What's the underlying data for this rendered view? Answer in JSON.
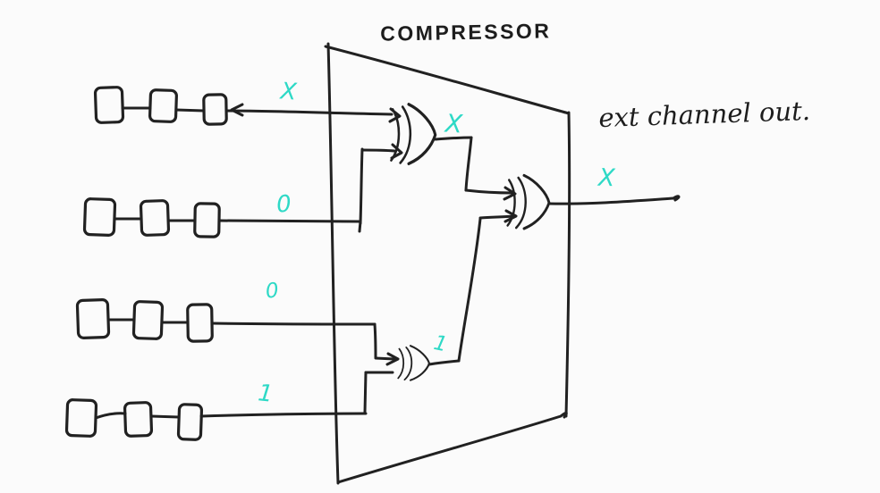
{
  "title": "COMPRESSOR",
  "colors": {
    "ink": "#212121",
    "accent": "#2ed9c6",
    "background": "#fbfbfb"
  },
  "annotation": {
    "output_note": "ext channel out."
  },
  "labels": {
    "row1": "X",
    "row2": "0",
    "row3": "0",
    "row4": "1",
    "gate_top_out": "X",
    "gate_bottom_out": "1",
    "final_out": "X"
  },
  "diagram": {
    "type": "hand-drawn logic sketch",
    "block": "COMPRESSOR",
    "inputs": [
      {
        "name": "input-row-1",
        "register_cells": 3,
        "signal": "X"
      },
      {
        "name": "input-row-2",
        "register_cells": 3,
        "signal": "0"
      },
      {
        "name": "input-row-3",
        "register_cells": 3,
        "signal": "0"
      },
      {
        "name": "input-row-4",
        "register_cells": 3,
        "signal": "1"
      }
    ],
    "gates": [
      {
        "id": "xor-top",
        "type": "XOR",
        "inputs": [
          "X",
          "0"
        ],
        "output": "X"
      },
      {
        "id": "xor-bottom",
        "type": "XOR",
        "inputs": [
          "0",
          "1"
        ],
        "output": "1"
      },
      {
        "id": "xor-final",
        "type": "XOR",
        "inputs": [
          "X",
          "1"
        ],
        "output": "X"
      }
    ],
    "output": {
      "signal": "X",
      "note": "ext channel out."
    }
  }
}
